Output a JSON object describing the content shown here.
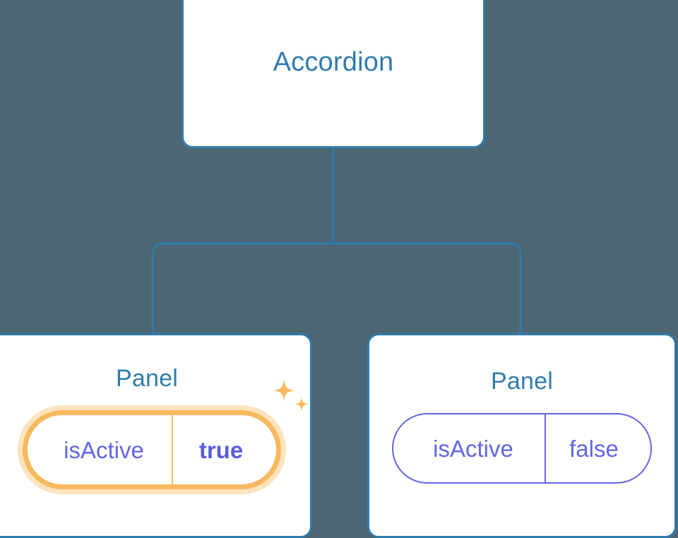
{
  "diagram": {
    "type": "component-tree",
    "background_color": "#4c6773",
    "node_border_color": "#2f7cad",
    "node_title_color": "#2f7cad",
    "connector_color": "#2f7cad",
    "prop_text_color": "#6366e0",
    "highlight_color": "#f7b95e",
    "highlight_glow_color": "#fce3bd",
    "root": {
      "title": "Accordion"
    },
    "children": [
      {
        "title": "Panel",
        "state": "active",
        "prop": {
          "key": "isActive",
          "value": "true"
        },
        "sparkle_icon": "sparkles-icon"
      },
      {
        "title": "Panel",
        "state": "inactive",
        "prop": {
          "key": "isActive",
          "value": "false"
        }
      }
    ]
  }
}
